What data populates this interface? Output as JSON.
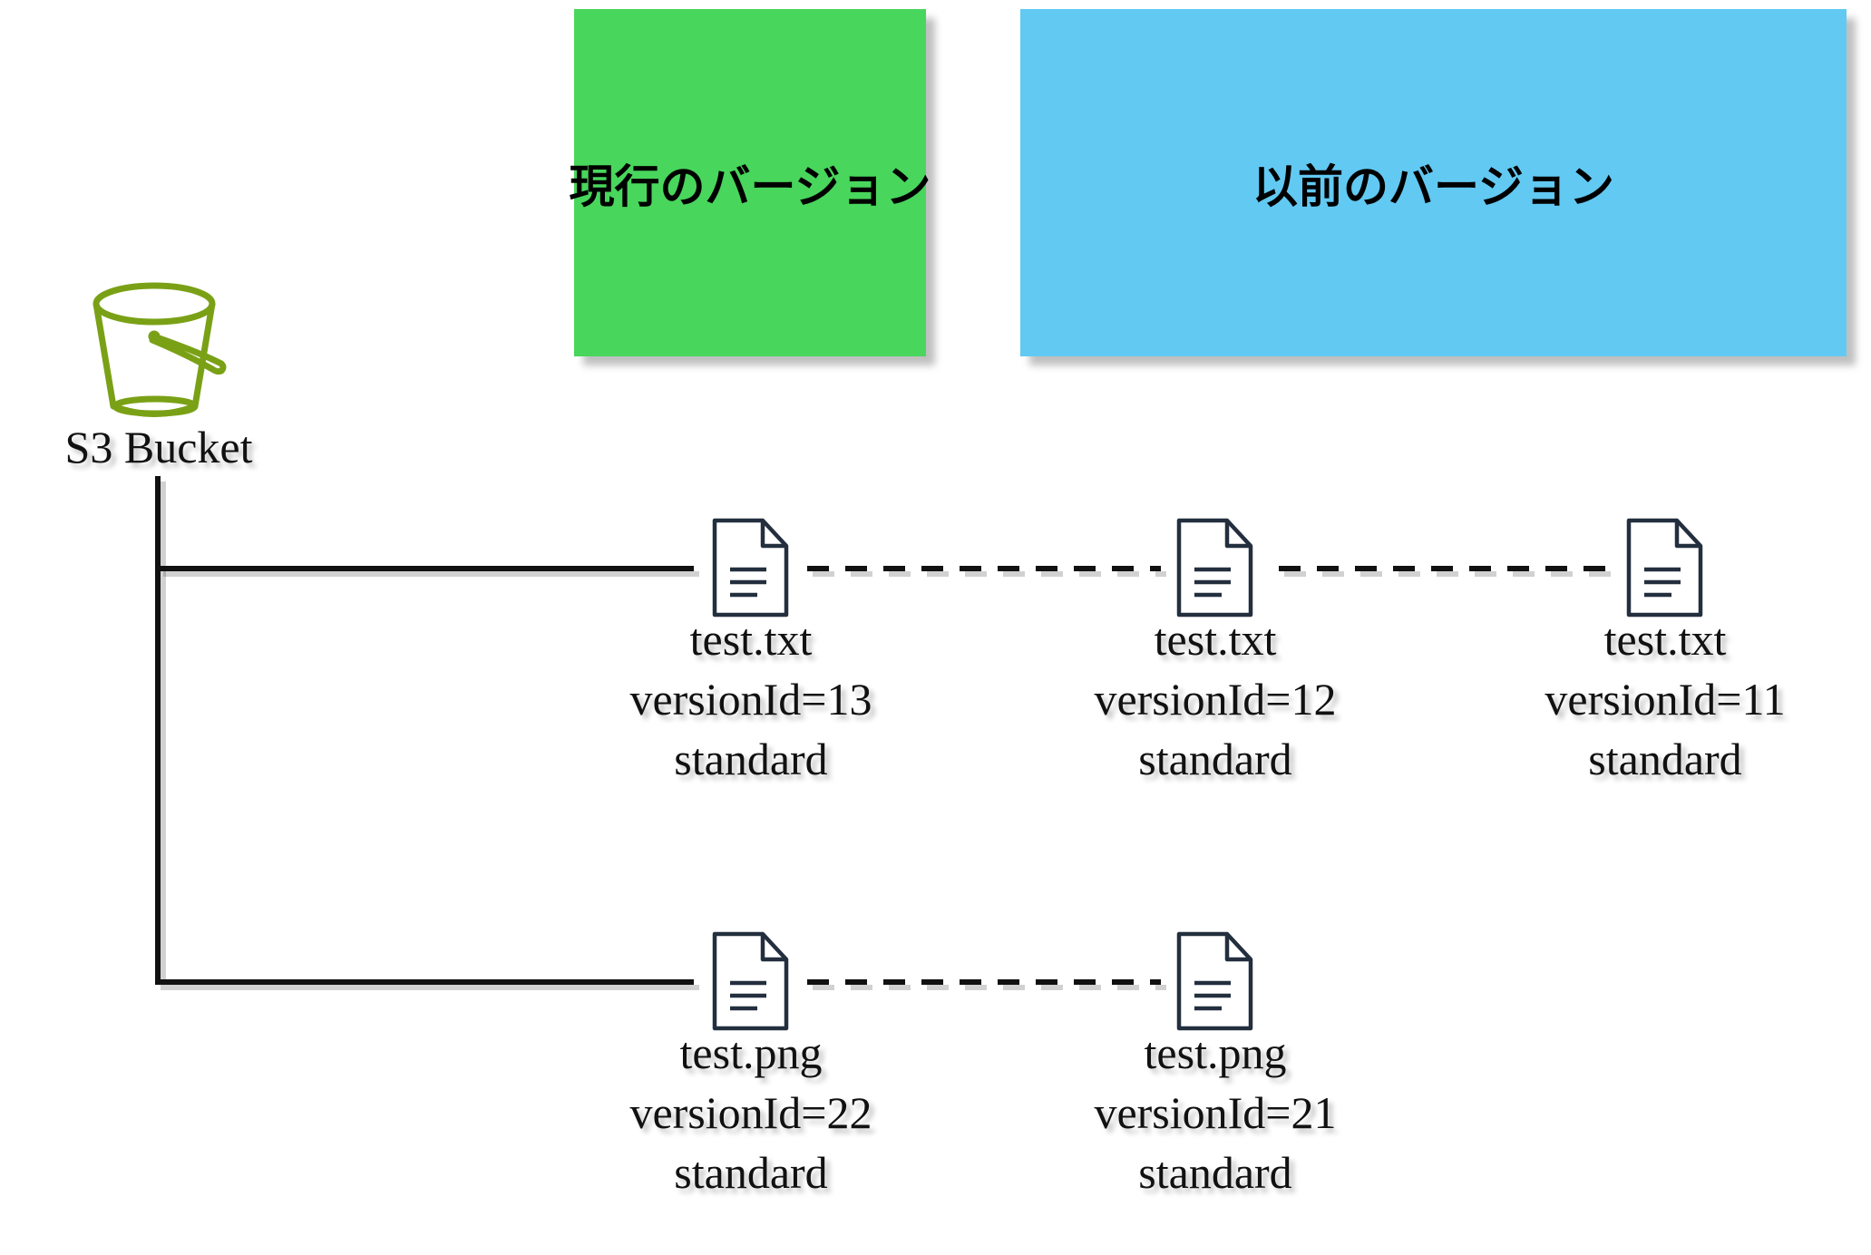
{
  "headers": {
    "current": {
      "label": "現行のバージョン",
      "color": "#48d65c"
    },
    "previous": {
      "label": "以前のバージョン",
      "color": "#62c9f2"
    }
  },
  "bucket": {
    "label": "S3 Bucket",
    "icon": "s3-bucket-icon",
    "icon_color": "#7aa116"
  },
  "objects": [
    {
      "name": "test.txt",
      "versions": [
        {
          "version_id": "versionId=13",
          "storage_class": "standard",
          "icon": "document-icon"
        },
        {
          "version_id": "versionId=12",
          "storage_class": "standard",
          "icon": "document-icon"
        },
        {
          "version_id": "versionId=11",
          "storage_class": "standard",
          "icon": "document-icon"
        }
      ]
    },
    {
      "name": "test.png",
      "versions": [
        {
          "version_id": "versionId=22",
          "storage_class": "standard",
          "icon": "document-icon"
        },
        {
          "version_id": "versionId=21",
          "storage_class": "standard",
          "icon": "document-icon"
        }
      ]
    }
  ],
  "colors": {
    "connector": "#111111",
    "icon_stroke": "#232f3e"
  }
}
